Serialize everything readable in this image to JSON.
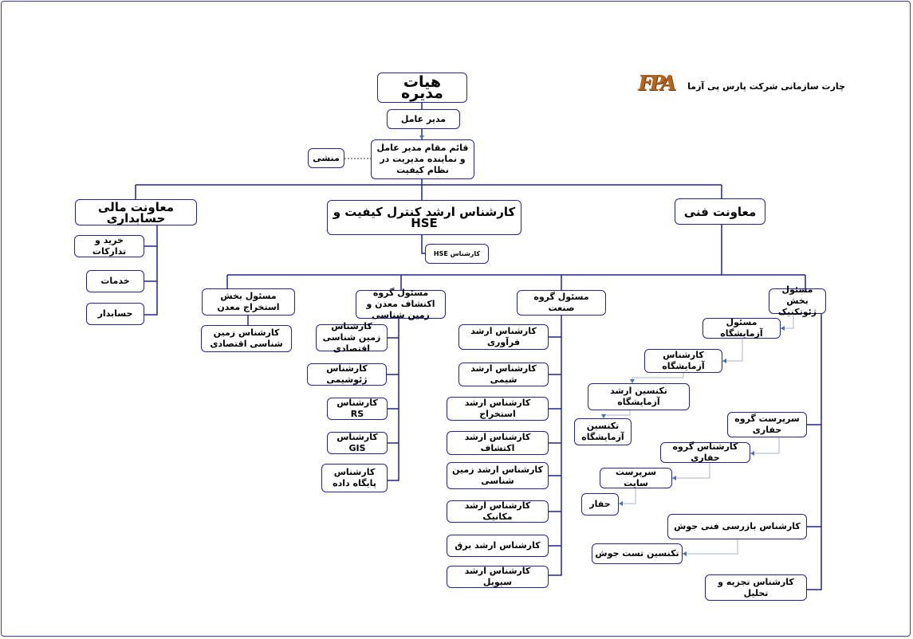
{
  "header": {
    "title": "چارت سازمانی شرکت پارس پی آزما",
    "logo_text": "FPA"
  },
  "nodes": {
    "board": "هیات مدیره",
    "ceo": "مدیر عامل",
    "deputy": "قائم مقام مدیر عامل و نماینده مدیریت در نظام کیفیت",
    "secretary": "منشی",
    "finance": "معاونت مالی حسابداری",
    "qc": "کارشناس ارشد کنترل کیفیت و HSE",
    "technical": "معاونت فنی",
    "hse": "کارشناس HSE",
    "purchase": "خرید و تدارکات",
    "services": "خدمات",
    "accountant": "حسابدار",
    "mining": "مسئول بخش استخراج معدن",
    "mining_geo": "کارشناس زمین شناسی اقتصادی",
    "explore": "مسئول گروه اکتشاف معدن و زمین شناسی",
    "ex_geo": "کارشناس زمین شناسی اقتصادی",
    "ex_geochem": "کارشناس ژئوشیمی",
    "ex_rs": "کارشناس RS",
    "ex_gis": "کارشناس GIS",
    "ex_db": "کارشناس پایگاه داده",
    "industry": "مسئول گروه صنعت",
    "in_proc": "کارشناس ارشد فرآوری",
    "in_chem": "کارشناس ارشد شیمی",
    "in_mine": "کارشناس ارشد استخراج",
    "in_expl": "کارشناس ارشد اکتشاف",
    "in_geo": "کارشناس ارشد زمین شناسی",
    "in_mech": "کارشناس ارشد مکانیک",
    "in_elec": "کارشناس ارشد برق",
    "in_civil": "کارشناس ارشد سیویل",
    "geotech": "مسئول بخش ژئوتکنیک",
    "lab_head": "مسئول آزمایشگاه",
    "lab_exp": "کارشناس آزمایشگاه",
    "lab_sr_tech": "تکنسین ارشد آزمایشگاه",
    "lab_tech": "تکنسین آزمایشگاه",
    "drill_sup": "سرپرست گروه حفاری",
    "drill_exp": "کارشناس گروه حفاری",
    "site_sup": "سرپرست سایت",
    "driller": "حفار",
    "weld_insp": "کارشناس بازرسی فنی جوش",
    "weld_tech": "تکنسین تست جوش",
    "analysis": "کارشناس تجزیه و تحلیل"
  },
  "colors": {
    "line": "#23238f",
    "connector": "#a9b3c8",
    "border": "#3b3bb0"
  }
}
